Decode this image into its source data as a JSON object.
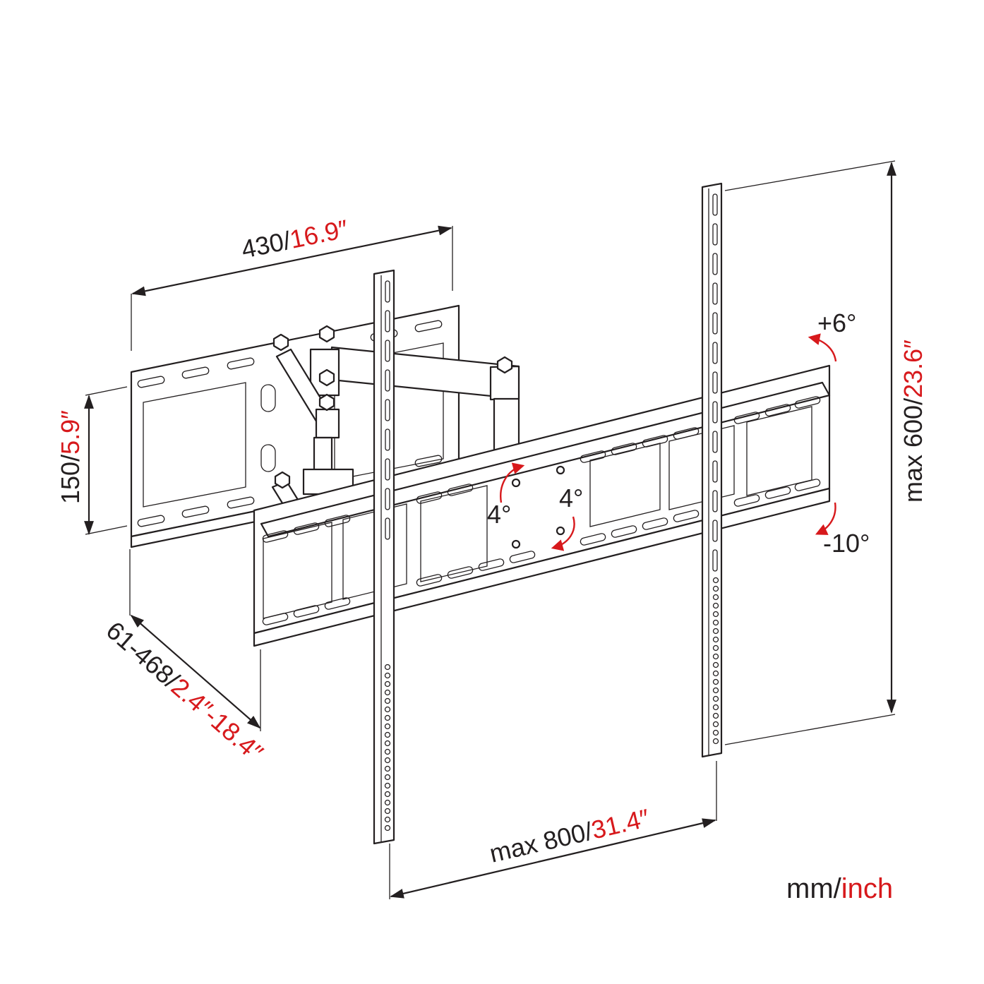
{
  "dimensions": {
    "arm_width": {
      "mm": "430/",
      "inch": "16.9″"
    },
    "bracket_height": {
      "mm": "150/",
      "inch": "5.9″"
    },
    "extension": {
      "mm": "61-468/",
      "inch": "2.4″-18.4″"
    },
    "max_horizontal": {
      "mm": "max 800/",
      "inch": "31.4″"
    },
    "max_vertical": {
      "mm": "max 600/",
      "inch": "23.6″"
    }
  },
  "angles": {
    "tilt_up": "+6°",
    "tilt_down": "-10°",
    "rotate_left": "4°",
    "rotate_right": "4°"
  },
  "units": {
    "mm": "mm/",
    "inch": "inch"
  },
  "colors": {
    "line": "#231f20",
    "accent": "#d7191c",
    "background": "#ffffff"
  }
}
